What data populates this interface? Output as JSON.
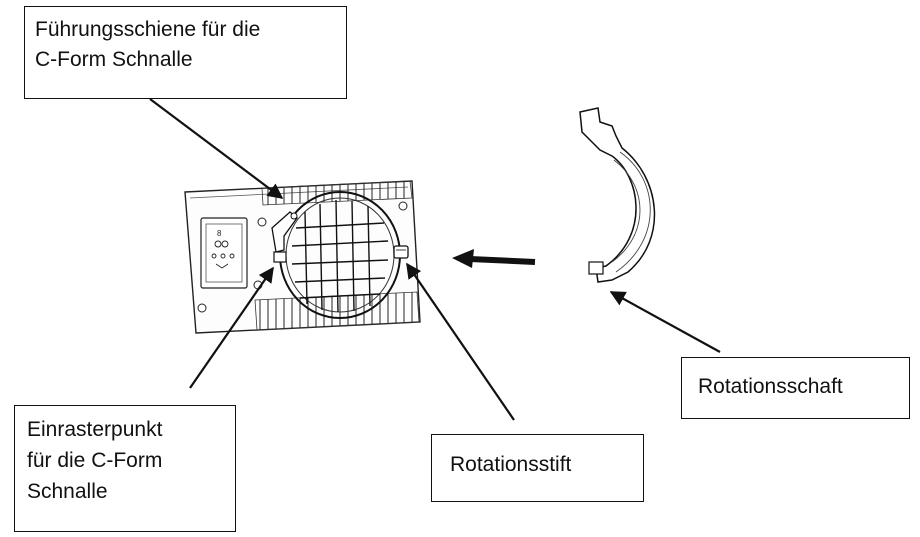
{
  "labels": {
    "rail": "Führungsschiene für die\nC-Form Schnalle",
    "snap_point": "Einrasterpunkt\nfür die C-Form\nSchnalle",
    "pin": "Rotationsstift",
    "shaft": "Rotationsschaft"
  },
  "icons": {
    "device": "hoop-frame-illustration",
    "clip": "c-shaped-clip-illustration",
    "arrow": "insert-direction-arrow"
  },
  "colors": {
    "ink": "#111111",
    "background": "#ffffff"
  }
}
